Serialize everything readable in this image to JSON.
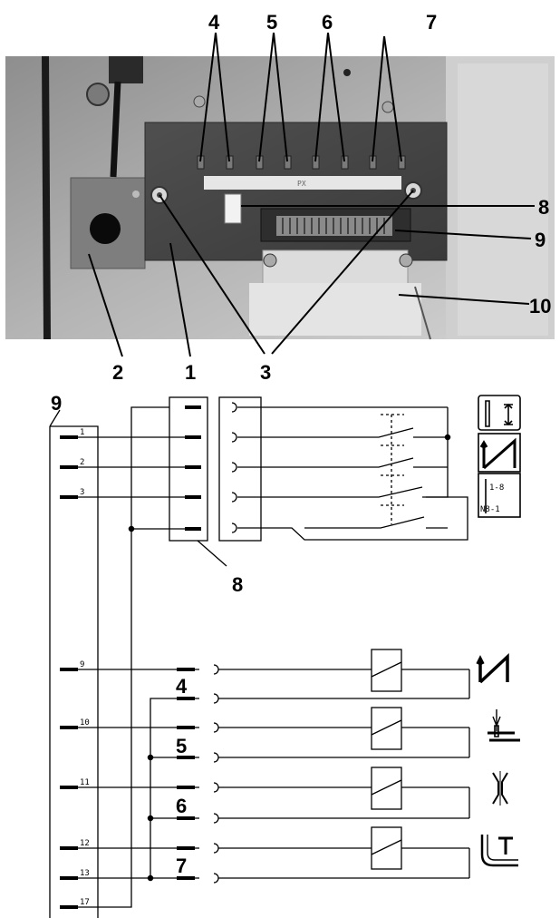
{
  "photo": {
    "callouts_top": [
      "4",
      "5",
      "6",
      "7"
    ],
    "label_8": "8",
    "label_9": "9",
    "label_10": "10",
    "callouts_bottom": [
      "2",
      "1",
      "3"
    ],
    "board_text": "PX"
  },
  "schematic": {
    "label_9": "9",
    "label_8": "8",
    "plug_pins_upper": [
      "1",
      "2",
      "3"
    ],
    "plug_pins_lower": [
      "9",
      "10",
      "11",
      "12",
      "13",
      "17"
    ],
    "connector_labels": [
      "4",
      "5",
      "6",
      "7"
    ],
    "mode_symbol_text": [
      "1-8",
      "N8-1"
    ]
  }
}
